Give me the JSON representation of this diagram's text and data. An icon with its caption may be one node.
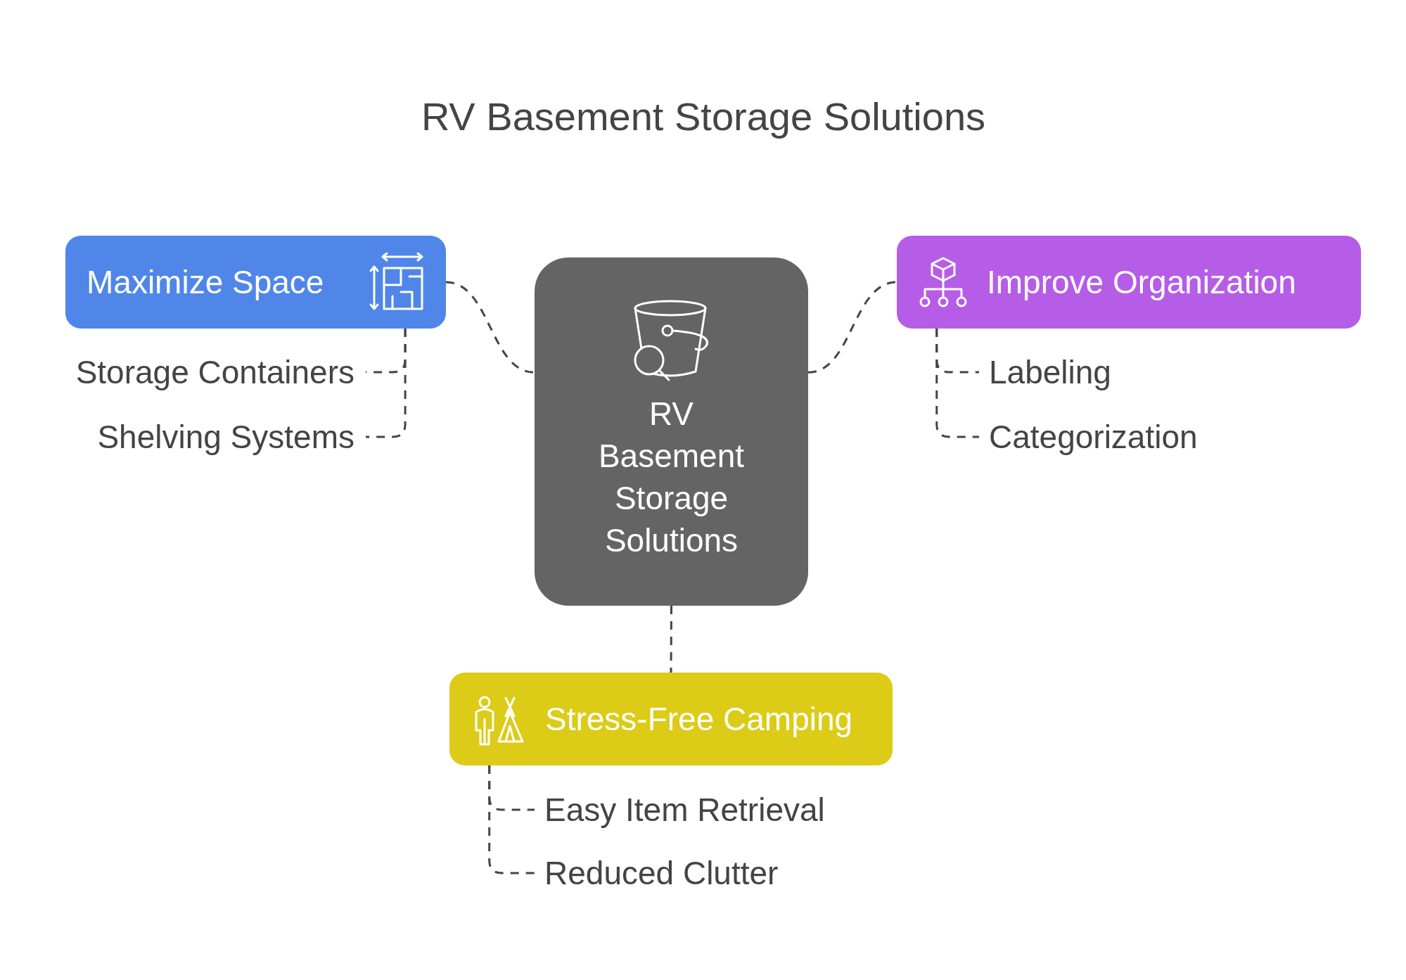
{
  "diagram": {
    "title": "RV Basement Storage Solutions",
    "nodes": [
      {
        "text": [
          "RV Basement Storage Solutions"
        ]
      },
      {
        "text": [
          "Maximize Space"
        ]
      },
      {
        "text": [
          "Storage Containers"
        ]
      },
      {
        "text": [
          "Shelving Systems"
        ]
      },
      {
        "text": [
          "Improve Organization"
        ]
      },
      {
        "text": [
          "Labeling"
        ]
      },
      {
        "text": [
          "Categorization"
        ]
      },
      {
        "text": [
          "Stress-Free Camping"
        ]
      },
      {
        "text": [
          "Easy Item Retrieval"
        ]
      },
      {
        "text": [
          "Reduced Clutter"
        ]
      }
    ],
    "edges": [
      {
        "from": 1,
        "to": 0,
        "arrow": "none",
        "style": "dashed"
      },
      {
        "from": 0,
        "to": 4,
        "arrow": "none",
        "style": "dashed"
      },
      {
        "from": 0,
        "to": 7,
        "arrow": "none",
        "style": "dashed"
      },
      {
        "from": 1,
        "to": 2,
        "arrow": "none",
        "style": "dashed"
      },
      {
        "from": 1,
        "to": 3,
        "arrow": "none",
        "style": "dashed"
      },
      {
        "from": 4,
        "to": 5,
        "arrow": "none",
        "style": "dashed"
      },
      {
        "from": 4,
        "to": 6,
        "arrow": "none",
        "style": "dashed"
      },
      {
        "from": 7,
        "to": 8,
        "arrow": "none",
        "style": "dashed"
      },
      {
        "from": 7,
        "to": 9,
        "arrow": "none",
        "style": "dashed"
      }
    ]
  }
}
